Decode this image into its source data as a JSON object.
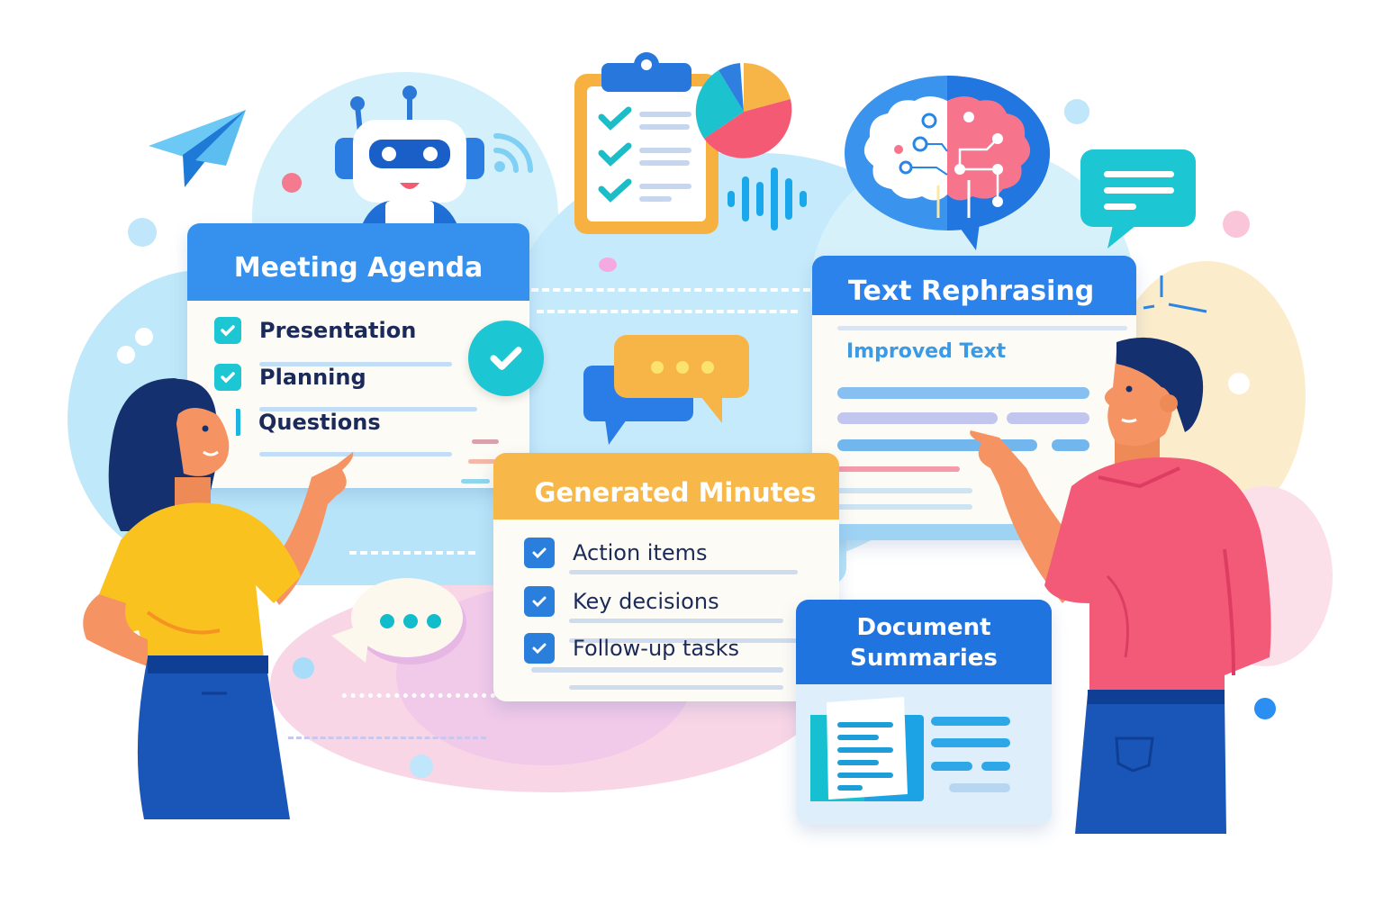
{
  "illustration": {
    "theme": "AI meeting assistant features",
    "colors": {
      "primary_blue": "#2f86ec",
      "dark_blue": "#1a5fd0",
      "teal": "#1cc3cf",
      "orange": "#f7b544",
      "pink": "#f5607a",
      "navy_text": "#1c2a5a",
      "light_sky": "#c9ecfa",
      "light_pink": "#f9d6e6",
      "cream": "#fbeccb"
    }
  },
  "agenda_card": {
    "title": "Meeting Agenda",
    "items": [
      {
        "label": "Presentation",
        "checked": true
      },
      {
        "label": "Planning",
        "checked": true
      },
      {
        "label": "Questions",
        "checked": false
      }
    ],
    "badge_icon": "check-circle-icon"
  },
  "minutes_card": {
    "title": "Generated Minutes",
    "items": [
      {
        "label": "Action items",
        "checked": true
      },
      {
        "label": "Key decisions",
        "checked": true
      },
      {
        "label": "Follow-up tasks",
        "checked": true
      }
    ]
  },
  "rephrasing_card": {
    "title": "Text Rephrasing",
    "subtitle": "Improved Text"
  },
  "summaries_card": {
    "title_line1": "Document",
    "title_line2": "Summaries"
  },
  "icons": [
    "robot-icon",
    "clipboard-checklist-icon",
    "pie-chart-icon",
    "sound-wave-icon",
    "brain-circuit-icon",
    "chat-lines-icon",
    "paper-plane-icon",
    "chat-bubbles-icon",
    "typing-bubble-icon",
    "wifi-signal-icon"
  ],
  "people": [
    {
      "role": "woman-pointing",
      "shirt": "#f9c21f",
      "pants": "#1a56b8"
    },
    {
      "role": "man-pointing",
      "shirt": "#f25a78",
      "pants": "#1a56b8"
    }
  ]
}
